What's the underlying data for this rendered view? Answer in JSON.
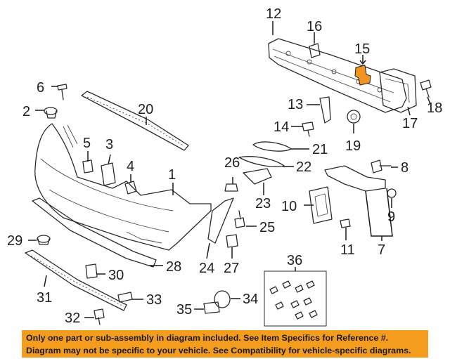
{
  "callouts": [
    {
      "id": "1",
      "label": "1"
    },
    {
      "id": "2",
      "label": "2"
    },
    {
      "id": "3",
      "label": "3"
    },
    {
      "id": "4",
      "label": "4"
    },
    {
      "id": "5",
      "label": "5"
    },
    {
      "id": "6",
      "label": "6"
    },
    {
      "id": "7",
      "label": "7"
    },
    {
      "id": "8",
      "label": "8"
    },
    {
      "id": "9",
      "label": "9"
    },
    {
      "id": "10",
      "label": "10"
    },
    {
      "id": "11",
      "label": "11"
    },
    {
      "id": "12",
      "label": "12"
    },
    {
      "id": "13",
      "label": "13"
    },
    {
      "id": "14",
      "label": "14"
    },
    {
      "id": "15",
      "label": "15"
    },
    {
      "id": "16",
      "label": "16"
    },
    {
      "id": "17",
      "label": "17"
    },
    {
      "id": "18",
      "label": "18"
    },
    {
      "id": "19",
      "label": "19"
    },
    {
      "id": "20",
      "label": "20"
    },
    {
      "id": "21",
      "label": "21"
    },
    {
      "id": "22",
      "label": "22"
    },
    {
      "id": "23",
      "label": "23"
    },
    {
      "id": "24",
      "label": "24"
    },
    {
      "id": "25",
      "label": "25"
    },
    {
      "id": "26",
      "label": "26"
    },
    {
      "id": "27",
      "label": "27"
    },
    {
      "id": "28",
      "label": "28"
    },
    {
      "id": "29",
      "label": "29"
    },
    {
      "id": "30",
      "label": "30"
    },
    {
      "id": "31",
      "label": "31"
    },
    {
      "id": "32",
      "label": "32"
    },
    {
      "id": "33",
      "label": "33"
    },
    {
      "id": "34",
      "label": "34"
    },
    {
      "id": "35",
      "label": "35"
    },
    {
      "id": "36",
      "label": "36"
    }
  ],
  "highlighted_part": "15",
  "highlight_color": "#f39320",
  "notice": {
    "line1": "Only one part or sub-assembly in diagram included. See Item Specifics for Reference #.",
    "line2": "Diagram may not be specific to your vehicle. See Compatibility for vehicle-specific diagrams.",
    "background": "#f39c1e"
  }
}
